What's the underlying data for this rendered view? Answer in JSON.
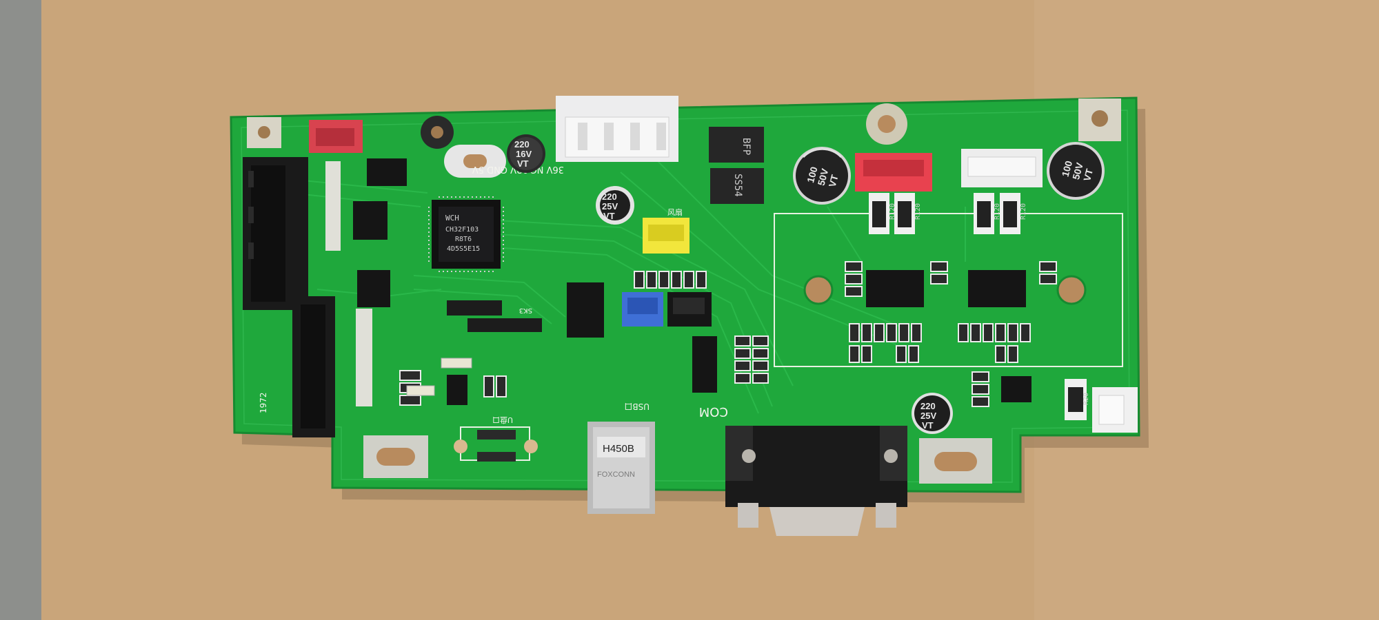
{
  "photo": {
    "subject": "green-pcb-control-board",
    "colors": {
      "background_paper": "#c9a57a",
      "left_strip": "#8d8f8c",
      "pcb_green": "#1fa83c",
      "silkscreen": "#f4f4ee",
      "chip_black": "#1c1c1e"
    }
  },
  "labels": {
    "power_header": "36V NC 12V GND 5V",
    "cap_top_small": [
      "220",
      "16V",
      "VT"
    ],
    "cap_mid_small": [
      "220",
      "25V",
      "VT"
    ],
    "cap_bottom_small": [
      "220",
      "25V",
      "VT"
    ],
    "cap_big_left": [
      "100",
      "50V",
      "VT"
    ],
    "cap_big_right": [
      "100",
      "50V",
      "VT"
    ],
    "mcu_brand": "WCH",
    "mcu_part": "CH32F103",
    "mcu_line2": "R8T6",
    "mcu_line3": "4D5S5E15",
    "bfp": "BFP",
    "ss54": "SS54",
    "resistors": [
      "R120",
      "R120",
      "R120",
      "R120"
    ],
    "resistor_small": "R20",
    "usb_label": "USB口",
    "usb_connector": "H450B",
    "usb_brand": "FOXCONN",
    "com_label": "COM",
    "u_port": "U盘口",
    "board_id": "1972",
    "fan_label": "风扇",
    "sk_label": "SK3"
  }
}
